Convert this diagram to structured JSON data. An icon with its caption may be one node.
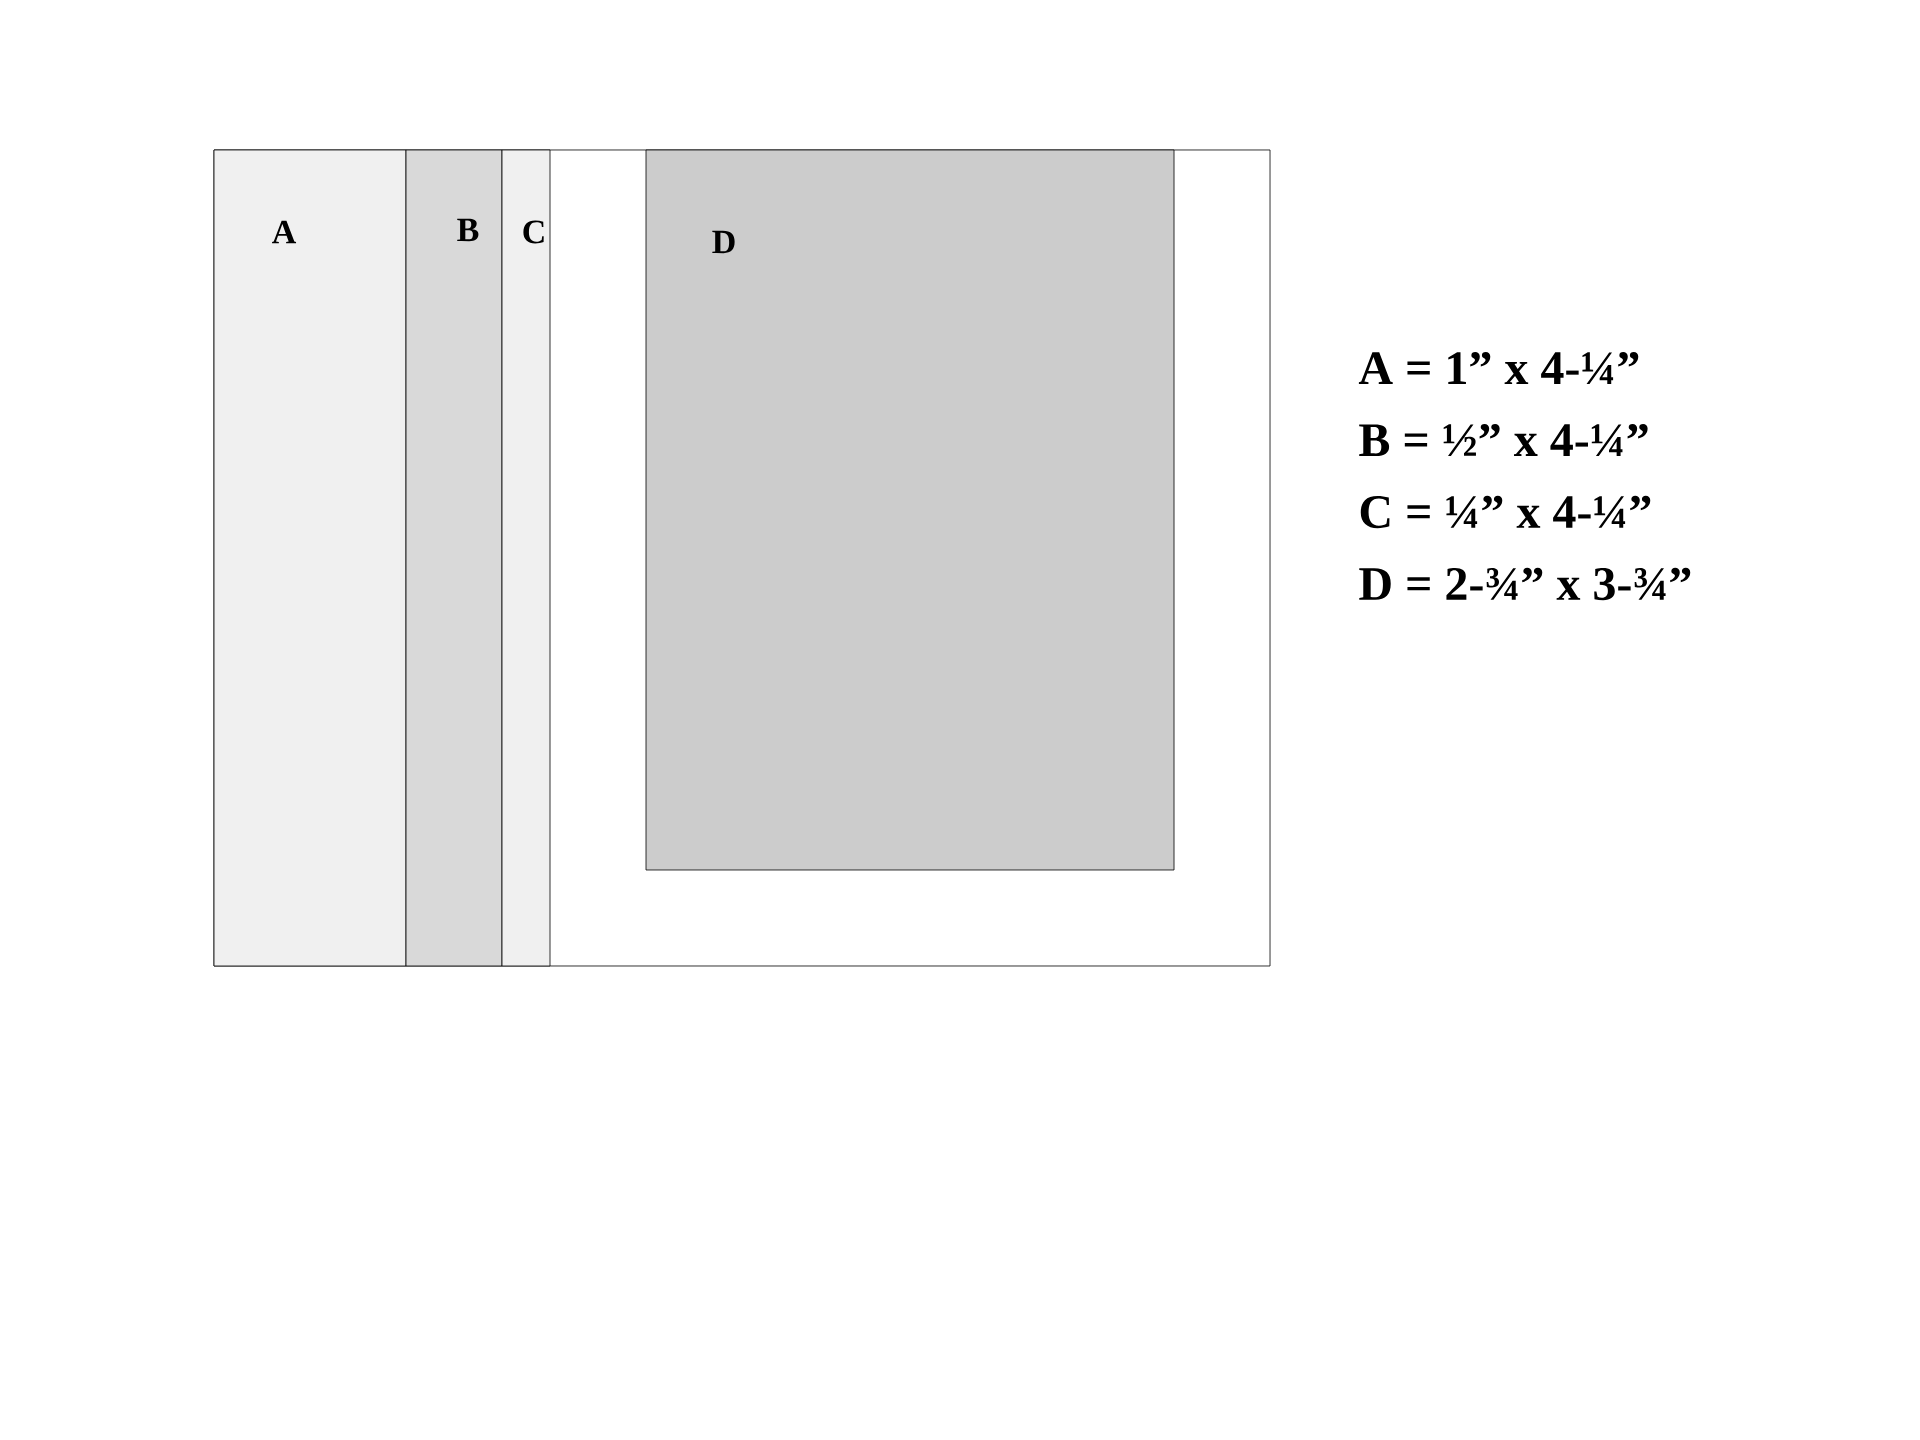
{
  "diagram": {
    "nodes": [
      {
        "text": [],
        "shape": "box"
      },
      {
        "text": [
          "A"
        ],
        "in": 0
      },
      {
        "text": [
          "B"
        ],
        "in": 0
      },
      {
        "text": [
          "C"
        ],
        "in": 0
      },
      {
        "text": [
          "D"
        ],
        "in": 0
      }
    ],
    "labels": [
      "A = 1” x 4-¼”",
      "B = ½” x 4-¼”",
      "C = ¼” x 4-¼”",
      "D = 2-¾” x 3-¾”"
    ]
  }
}
